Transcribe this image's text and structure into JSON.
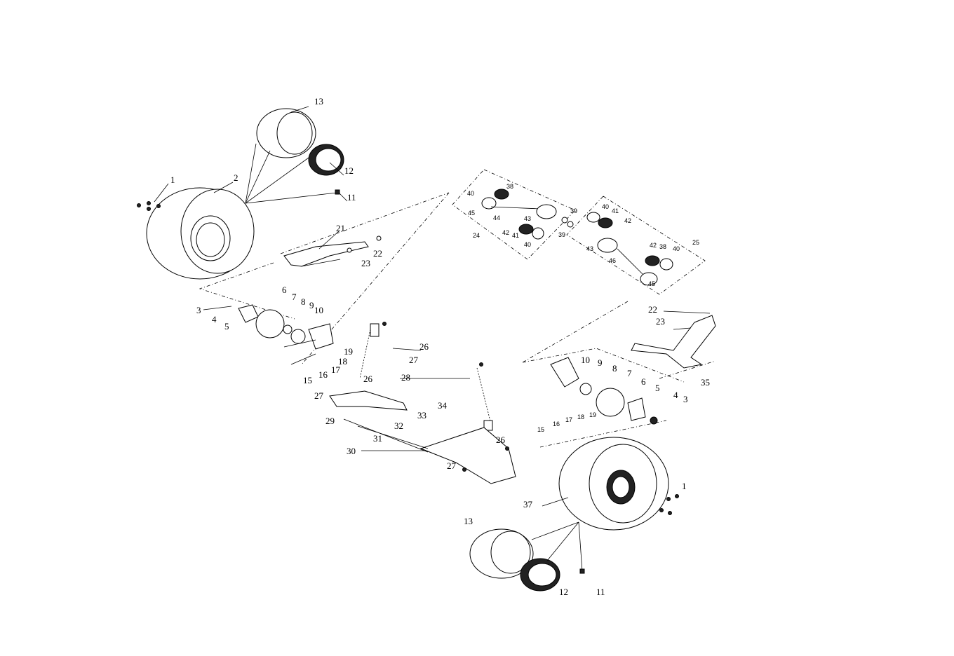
{
  "labels": {
    "tl": [
      "13",
      "12",
      "11",
      "1",
      "2",
      "21",
      "22",
      "23",
      "6",
      "7",
      "8",
      "9",
      "10",
      "3",
      "4",
      "5",
      "19",
      "18",
      "17",
      "16",
      "15"
    ],
    "mid": [
      "26",
      "27",
      "28",
      "26",
      "27",
      "29",
      "33",
      "34",
      "32",
      "31",
      "30",
      "26",
      "27"
    ],
    "shaft": [
      "40",
      "38",
      "45",
      "44",
      "43",
      "24",
      "42",
      "41",
      "40",
      "39",
      "39",
      "40",
      "41",
      "42",
      "43",
      "46",
      "42",
      "38",
      "40",
      "25",
      "45"
    ],
    "br": [
      "22",
      "23",
      "35",
      "10",
      "9",
      "8",
      "7",
      "6",
      "5",
      "4",
      "3",
      "15",
      "16",
      "17",
      "18",
      "19",
      "1",
      "37",
      "13",
      "12",
      "11"
    ]
  }
}
